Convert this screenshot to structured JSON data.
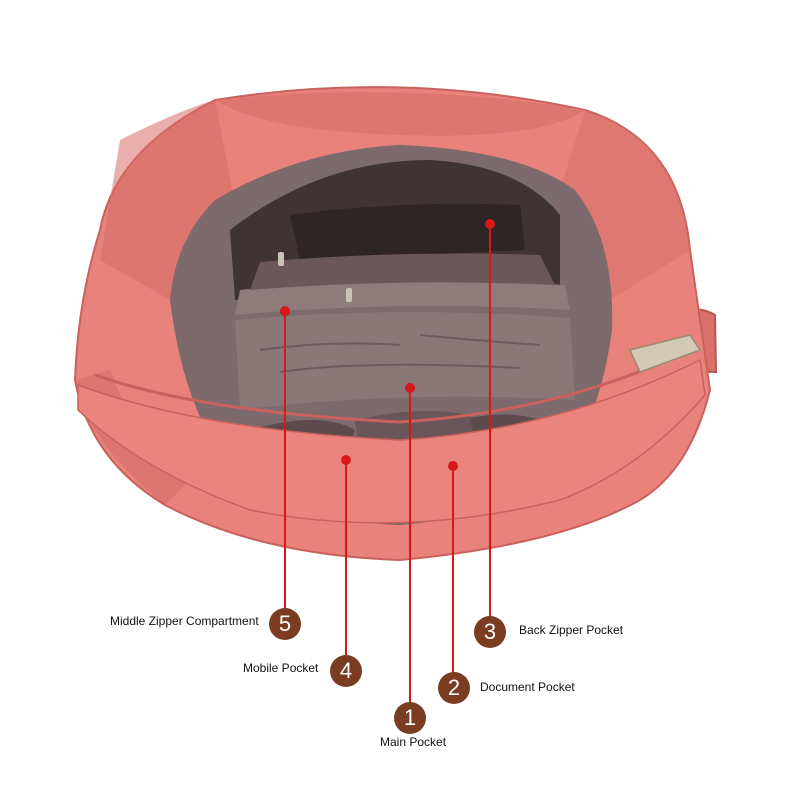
{
  "colors": {
    "leather": "#e8827a",
    "leather_dark": "#c9615c",
    "lining": "#8a7476",
    "lining_dark": "#5e4b4d",
    "callout_line": "#d81818",
    "badge": "#7a3d22"
  },
  "callouts": [
    {
      "number": "1",
      "label": "Main Pocket"
    },
    {
      "number": "2",
      "label": "Document Pocket"
    },
    {
      "number": "3",
      "label": "Back Zipper Pocket"
    },
    {
      "number": "4",
      "label": "Mobile Pocket"
    },
    {
      "number": "5",
      "label": "Middle Zipper Compartment"
    }
  ]
}
